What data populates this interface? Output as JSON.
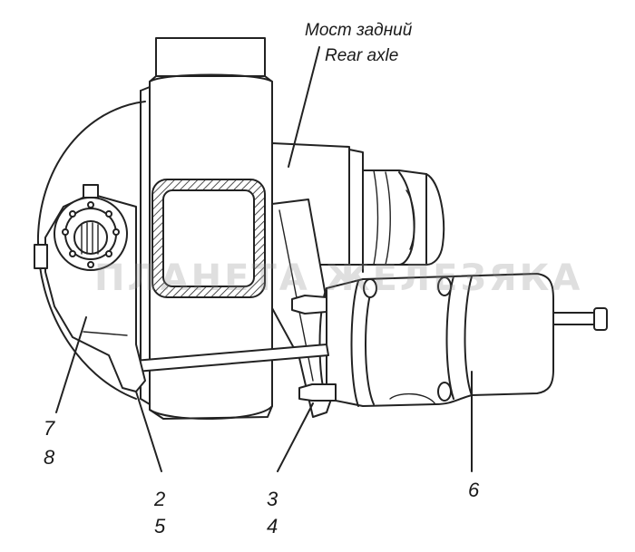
{
  "annotations": {
    "rear_axle_ru": "Мост задний",
    "rear_axle_en": "Rear axle"
  },
  "callouts": {
    "c7": "7",
    "c8": "8",
    "c2": "2",
    "c5": "5",
    "c3": "3",
    "c4": "4",
    "c6": "6"
  },
  "watermark": "ПЛАНЕТА ЖЕЛЕЗЯКА",
  "colors": {
    "line": "#222222",
    "background": "#ffffff"
  }
}
